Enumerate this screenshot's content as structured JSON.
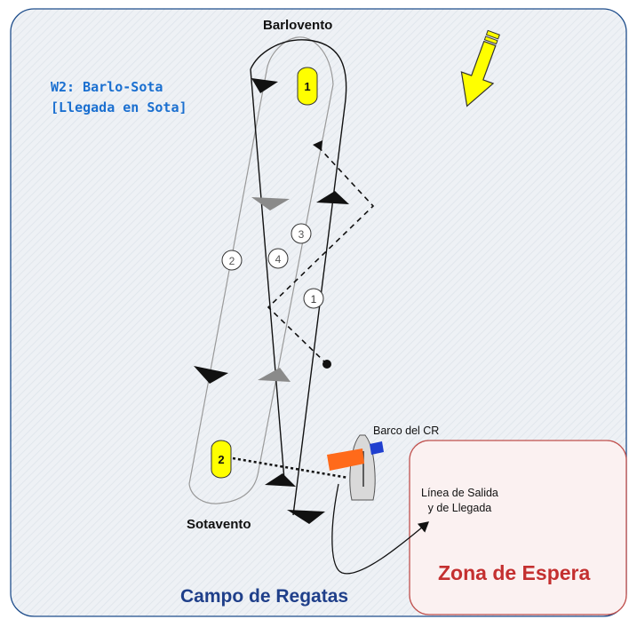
{
  "course": {
    "name_line1": "W2: Barlo-Sota",
    "name_line2": "[Llegada en Sota]"
  },
  "labels": {
    "windward": "Barlovento",
    "leeward": "Sotavento",
    "race_area": "Campo de Regatas",
    "committee_boat": "Barco del CR",
    "line_line1": "Línea de Salida",
    "line_line2": "y de Llegada",
    "waiting_zone": "Zona de Espera"
  },
  "marks": {
    "windward_mark": "1",
    "leeward_mark": "2"
  },
  "legs": [
    "1",
    "2",
    "3",
    "4"
  ],
  "colors": {
    "frame_border": "#1f4e8c",
    "mark_fill": "#ffff00",
    "zone_border": "#c0504d",
    "zone_fill": "#fbf1f1",
    "wind_arrow": "#ffff00",
    "course_line_active": "#111111",
    "course_line_ghost": "#9a9a9a",
    "flag_orange": "#ff6a1a",
    "flag_blue": "#1f3fcf"
  }
}
